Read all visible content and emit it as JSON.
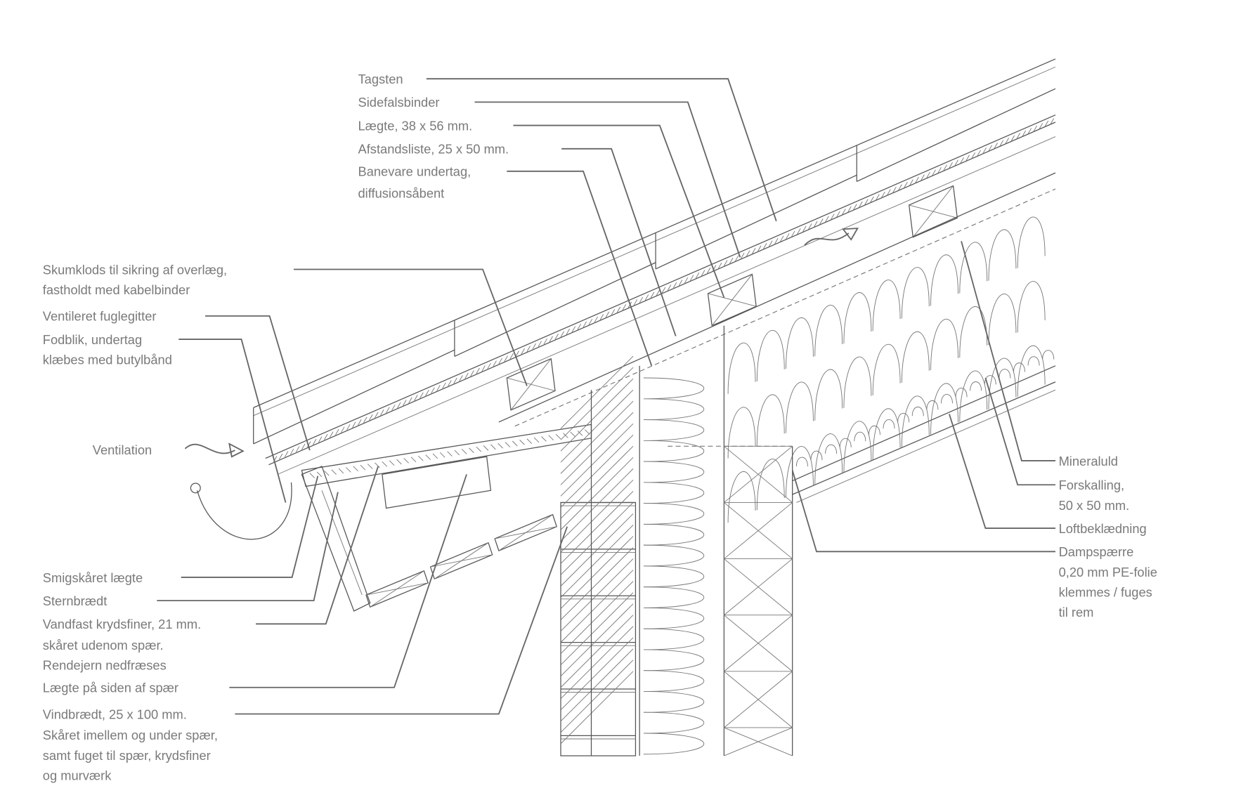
{
  "labels": {
    "tagsten": "Tagsten",
    "sidefalsbinder": "Sidefalsbinder",
    "laegte": "Lægte, 38 x 56 mm.",
    "afstandsliste": "Afstandsliste, 25 x 50 mm.",
    "banevare": [
      "Banevare undertag,",
      "diffusionsåbent"
    ],
    "skumklods": [
      "Skumklods til sikring af overlæg,",
      "fastholdt med kabelbinder"
    ],
    "fuglegitter": "Ventileret fuglegitter",
    "fodblik": [
      "Fodblik, undertag",
      "klæbes med butylbånd"
    ],
    "ventilation": "Ventilation",
    "smigskaaret": "Smigskåret lægte",
    "sternbraedt": "Sternbrædt",
    "krydsfiner": [
      "Vandfast krydsfiner, 21 mm.",
      "skåret udenom spær.",
      "Rendejern nedfræses"
    ],
    "laegte_side": "Lægte på siden af spær",
    "vindbraedt": [
      "Vindbrædt, 25 x 100 mm.",
      "Skåret imellem og under spær,",
      "samt fuget til spær, krydsfiner",
      "og murværk"
    ],
    "mineraluld": "Mineraluld",
    "forskalling": [
      "Forskalling,",
      "50 x 50 mm."
    ],
    "loftbeklaedning": "Loftbeklædning",
    "dampspaerre": [
      "Dampspærre",
      "0,20 mm PE-folie",
      "klemmes / fuges",
      "til rem"
    ]
  },
  "colors": {
    "text": "#7a7a7a",
    "line": "#555555"
  }
}
